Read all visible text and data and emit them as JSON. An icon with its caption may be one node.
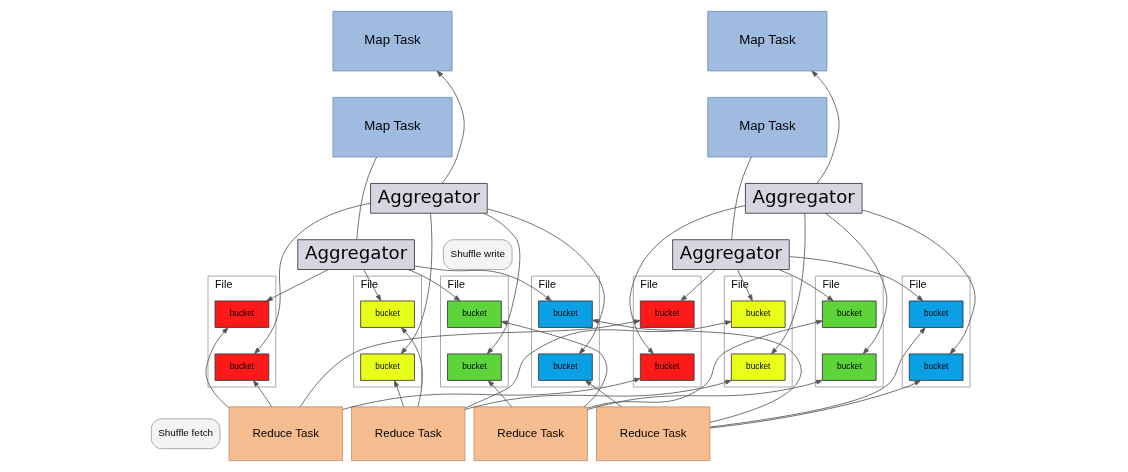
{
  "diagram": {
    "nodes": [
      {
        "text": [
          "Map Task"
        ]
      },
      {
        "text": [
          "Map Task"
        ]
      },
      {
        "text": [
          "Map Task"
        ]
      },
      {
        "text": [
          "Map Task"
        ]
      },
      {
        "text": [
          "Aggregator"
        ]
      },
      {
        "text": [
          "Aggregator"
        ]
      },
      {
        "text": [
          "Shuffle write"
        ]
      },
      {
        "text": [
          "Aggregator"
        ]
      },
      {
        "text": [
          "Aggregator"
        ]
      },
      {
        "text": [
          "File"
        ]
      },
      {
        "text": [
          "bucket"
        ],
        "in": 9
      },
      {
        "text": [
          "bucket"
        ],
        "in": 9
      },
      {
        "text": [
          "File"
        ]
      },
      {
        "text": [
          "bucket"
        ],
        "in": 12
      },
      {
        "text": [
          "bucket"
        ],
        "in": 12
      },
      {
        "text": [
          "File"
        ]
      },
      {
        "text": [
          "bucket"
        ],
        "in": 15
      },
      {
        "text": [
          "bucket"
        ],
        "in": 15
      },
      {
        "text": [
          "File"
        ]
      },
      {
        "text": [
          "bucket"
        ],
        "in": 18
      },
      {
        "text": [
          "bucket"
        ],
        "in": 18
      },
      {
        "text": [
          "File"
        ]
      },
      {
        "text": [
          "bucket"
        ],
        "in": 21
      },
      {
        "text": [
          "bucket"
        ],
        "in": 21
      },
      {
        "text": [
          "File"
        ]
      },
      {
        "text": [
          "bucket"
        ],
        "in": 24
      },
      {
        "text": [
          "bucket"
        ],
        "in": 24
      },
      {
        "text": [
          "File"
        ]
      },
      {
        "text": [
          "bucket"
        ],
        "in": 27
      },
      {
        "text": [
          "bucket"
        ],
        "in": 27
      },
      {
        "text": [
          "File"
        ]
      },
      {
        "text": [
          "bucket"
        ],
        "in": 30
      },
      {
        "text": [
          "bucket"
        ],
        "in": 30
      },
      {
        "text": [
          "Shuffle fetch"
        ]
      },
      {
        "text": [
          "Reduce Task"
        ]
      },
      {
        "text": [
          "Reduce Task"
        ]
      },
      {
        "text": [
          "Reduce Task"
        ]
      },
      {
        "text": [
          "Reduce Task"
        ]
      }
    ],
    "edges": [
      {
        "from": 4,
        "to": 0,
        "arrow": "to"
      },
      {
        "from": 2,
        "to": 7,
        "arrow": "none"
      },
      {
        "from": 5,
        "to": 1,
        "arrow": "to"
      },
      {
        "from": 3,
        "to": 8,
        "arrow": "none"
      },
      {
        "from": 7,
        "to": 10,
        "arrow": "to"
      },
      {
        "from": 7,
        "to": 13,
        "arrow": "to"
      },
      {
        "from": 7,
        "to": 16,
        "arrow": "to"
      },
      {
        "from": 7,
        "to": 19,
        "arrow": "to"
      },
      {
        "from": 4,
        "to": 11,
        "arrow": "to"
      },
      {
        "from": 4,
        "to": 14,
        "arrow": "to"
      },
      {
        "from": 4,
        "to": 17,
        "arrow": "to"
      },
      {
        "from": 4,
        "to": 20,
        "arrow": "to"
      },
      {
        "from": 8,
        "to": 22,
        "arrow": "to"
      },
      {
        "from": 8,
        "to": 25,
        "arrow": "to"
      },
      {
        "from": 8,
        "to": 28,
        "arrow": "to"
      },
      {
        "from": 8,
        "to": 31,
        "arrow": "to"
      },
      {
        "from": 5,
        "to": 23,
        "arrow": "to"
      },
      {
        "from": 5,
        "to": 26,
        "arrow": "to"
      },
      {
        "from": 5,
        "to": 29,
        "arrow": "to"
      },
      {
        "from": 5,
        "to": 32,
        "arrow": "to"
      },
      {
        "from": 34,
        "to": 10,
        "arrow": "to"
      },
      {
        "from": 34,
        "to": 11,
        "arrow": "to"
      },
      {
        "from": 34,
        "to": 22,
        "arrow": "to"
      },
      {
        "from": 34,
        "to": 23,
        "arrow": "to"
      },
      {
        "from": 35,
        "to": 13,
        "arrow": "to"
      },
      {
        "from": 35,
        "to": 14,
        "arrow": "to"
      },
      {
        "from": 35,
        "to": 25,
        "arrow": "to"
      },
      {
        "from": 35,
        "to": 26,
        "arrow": "to"
      },
      {
        "from": 36,
        "to": 16,
        "arrow": "to"
      },
      {
        "from": 36,
        "to": 17,
        "arrow": "to"
      },
      {
        "from": 36,
        "to": 28,
        "arrow": "to"
      },
      {
        "from": 36,
        "to": 29,
        "arrow": "to"
      },
      {
        "from": 37,
        "to": 19,
        "arrow": "to"
      },
      {
        "from": 37,
        "to": 20,
        "arrow": "to"
      },
      {
        "from": 37,
        "to": 31,
        "arrow": "to"
      },
      {
        "from": 37,
        "to": 32,
        "arrow": "to"
      }
    ]
  }
}
